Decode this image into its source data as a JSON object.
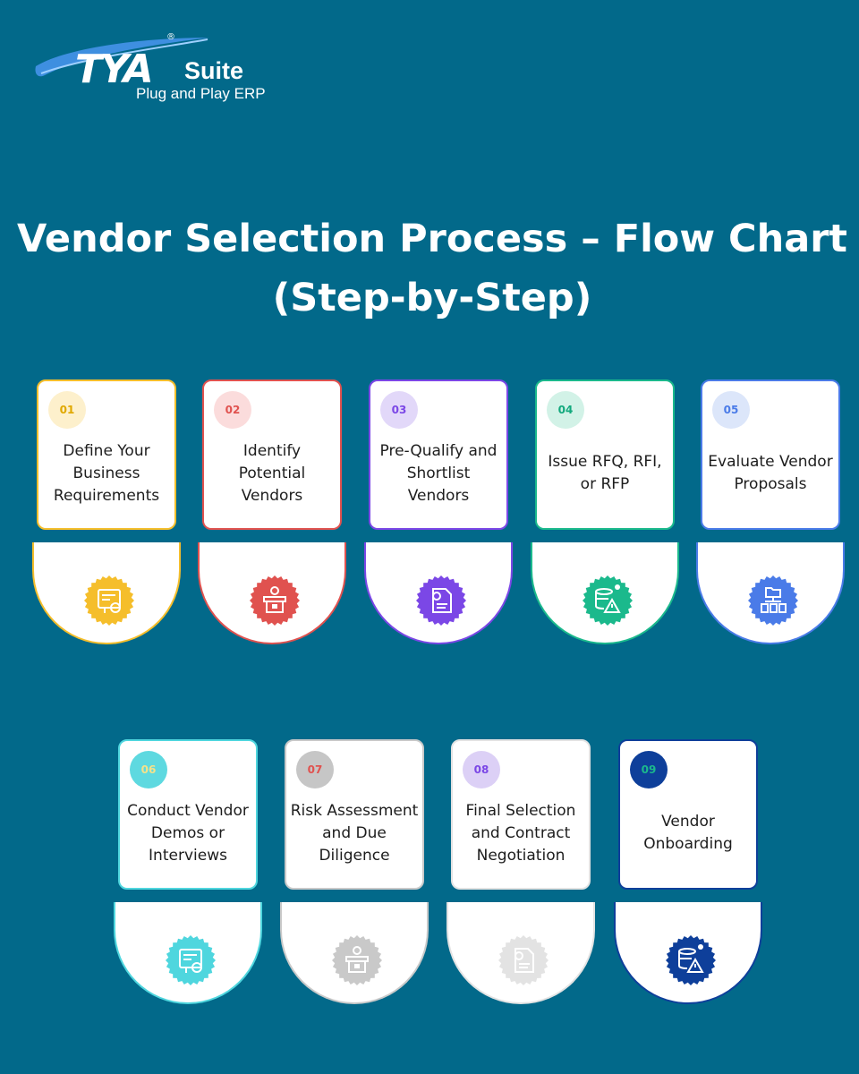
{
  "logo": {
    "brand": "TYA",
    "registered": "®",
    "suite": "Suite",
    "tagline": "Plug and Play ERP"
  },
  "title": {
    "line1": "Vendor Selection Process – Flow Chart",
    "line2": "(Step-by-Step)"
  },
  "steps": [
    {
      "number": "01",
      "label": "Define Your Business Requirements",
      "accent": "#F5BE2B",
      "num_bg": "#FDF0CC",
      "num_color": "#E0A800",
      "icon": "certificate-gear-icon"
    },
    {
      "number": "02",
      "label": "Identify Potential Vendors",
      "accent": "#E0524F",
      "num_bg": "#FBDCDC",
      "num_color": "#E0524F",
      "icon": "presenter-podium-icon"
    },
    {
      "number": "03",
      "label": "Pre-Qualify and Shortlist Vendors",
      "accent": "#7B47E6",
      "num_bg": "#E2D8F9",
      "num_color": "#7B47E6",
      "icon": "document-review-icon"
    },
    {
      "number": "04",
      "label": "Issue RFQ, RFI, or RFP",
      "accent": "#1BB98C",
      "num_bg": "#D2F2E7",
      "num_color": "#12A97D",
      "icon": "database-warning-icon"
    },
    {
      "number": "05",
      "label": "Evaluate Vendor Proposals",
      "accent": "#4A7BE8",
      "num_bg": "#DCE6FA",
      "num_color": "#4A7BE8",
      "icon": "folder-network-icon"
    },
    {
      "number": "06",
      "label": "Conduct Vendor Demos or Interviews",
      "accent": "#4FD6DE",
      "num_bg": "#5ED9E0",
      "num_color": "#F5E28A",
      "icon": "certificate-gear-icon"
    },
    {
      "number": "07",
      "label": "Risk Assessment and Due Diligence",
      "accent": "#C9C9C9",
      "num_bg": "#C6C6C6",
      "num_color": "#E0524F",
      "icon": "presenter-podium-icon"
    },
    {
      "number": "08",
      "label": "Final Selection and Contract Negotiation",
      "accent": "#E3E3E3",
      "num_bg": "#DCD0F6",
      "num_color": "#7B47E6",
      "icon": "document-review-icon"
    },
    {
      "number": "09",
      "label": "Vendor Onboarding",
      "accent": "#0E3F9A",
      "num_bg": "#0E3F9A",
      "num_color": "#1BB98C",
      "icon": "database-warning-icon"
    }
  ]
}
